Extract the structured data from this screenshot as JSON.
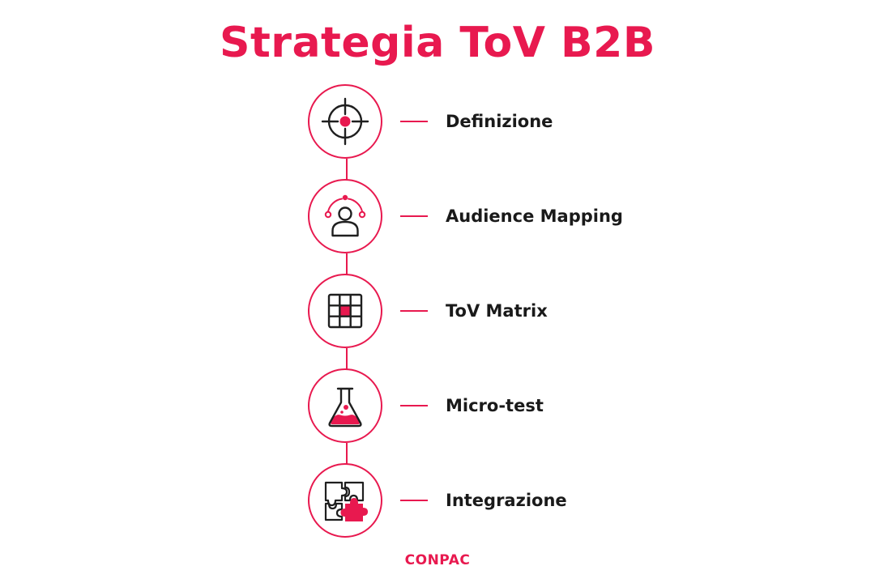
{
  "title": "Strategia ToV B2B",
  "steps": [
    {
      "label": "Definizione",
      "icon": "target-icon"
    },
    {
      "label": "Audience Mapping",
      "icon": "user-orbit-icon"
    },
    {
      "label": "ToV Matrix",
      "icon": "grid-matrix-icon"
    },
    {
      "label": "Micro-test",
      "icon": "flask-icon"
    },
    {
      "label": "Integrazione",
      "icon": "puzzle-icon"
    }
  ],
  "brand": "CONPAC",
  "colors": {
    "accent": "#E8194F",
    "text": "#1a1a1a",
    "icon_stroke": "#1f1f1f",
    "background": "#ffffff"
  }
}
